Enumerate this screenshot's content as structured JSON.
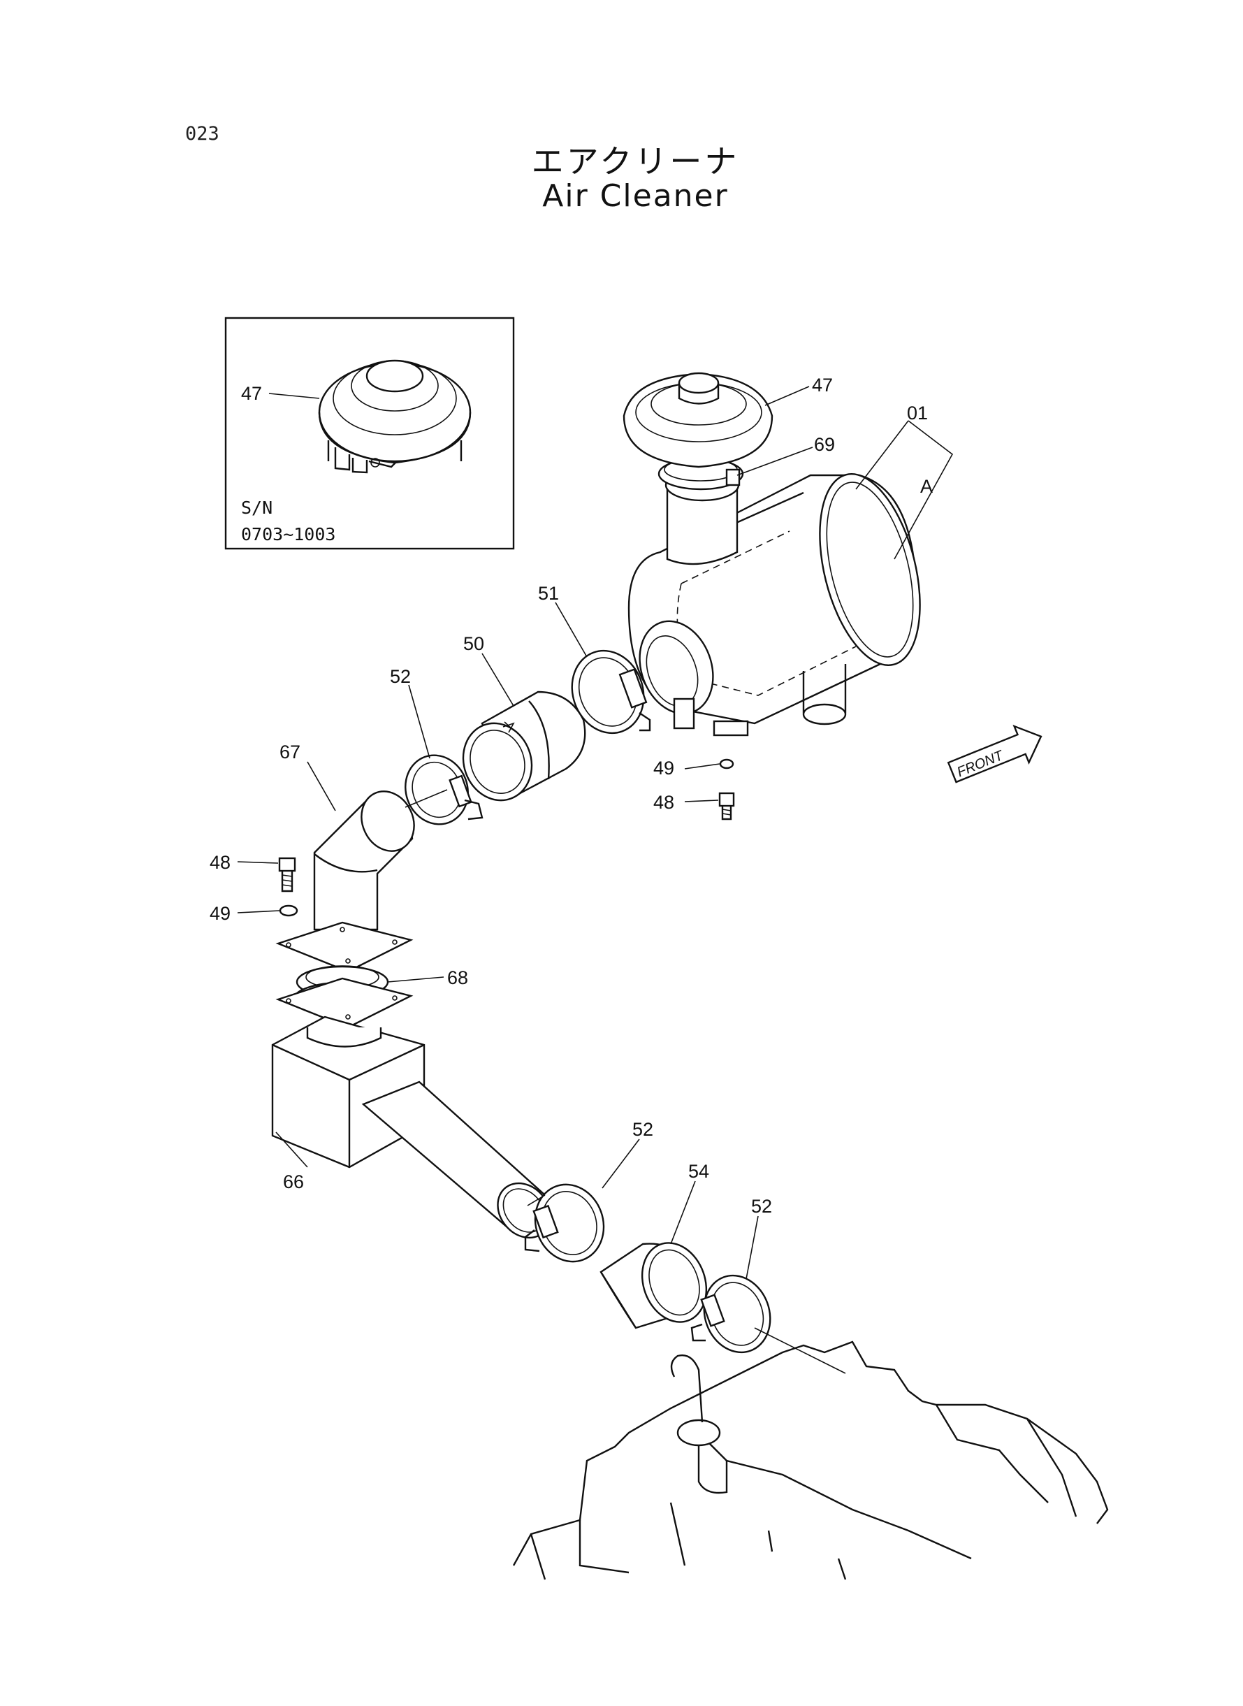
{
  "page": {
    "number": "023",
    "title_jp": "エアクリーナ",
    "title_en": "Air Cleaner"
  },
  "inset": {
    "part_label": "47",
    "sn_label": "S/N",
    "sn_range": "0703~1003"
  },
  "front_marker": "FRONT",
  "callouts": {
    "c47": "47",
    "c69": "69",
    "c01": "01",
    "cA": "A",
    "c51": "51",
    "c50": "50",
    "c52a": "52",
    "c67": "67",
    "c49a": "49",
    "c48a": "48",
    "c48b": "48",
    "c49b": "49",
    "c68": "68",
    "c66": "66",
    "c52b": "52",
    "c54": "54",
    "c52c": "52"
  }
}
